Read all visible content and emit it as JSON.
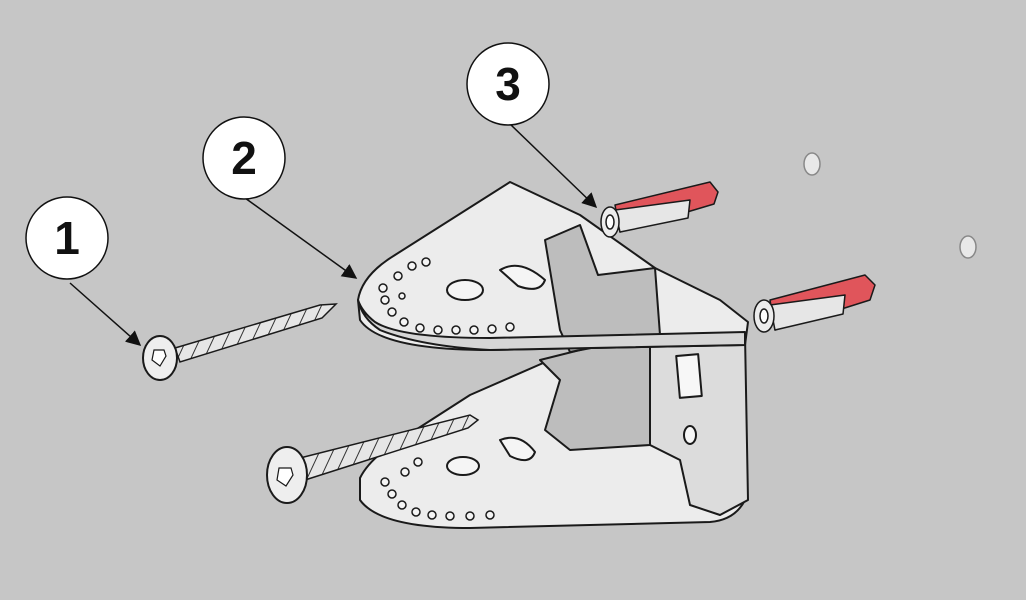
{
  "diagram": {
    "type": "exploded-assembly",
    "callouts": [
      {
        "number": "1",
        "part": "screw"
      },
      {
        "number": "2",
        "part": "bracket"
      },
      {
        "number": "3",
        "part": "wall-plug"
      }
    ],
    "colors": {
      "background": "#c6c6c6",
      "metal": "#ececec",
      "metal_shade": "#cfcfcf",
      "plug_red": "#e0555b",
      "outline": "#1a1a1a"
    }
  }
}
